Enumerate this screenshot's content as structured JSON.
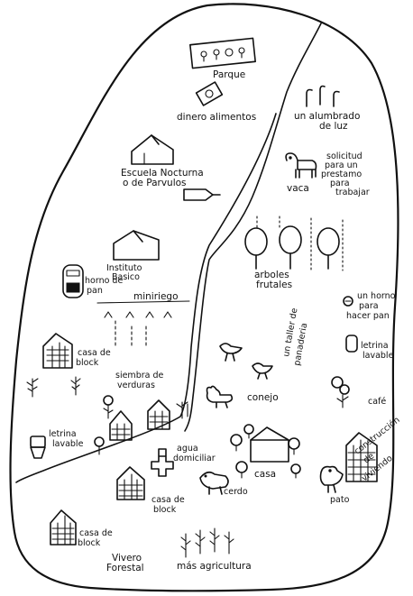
{
  "labels": {
    "parque": "Parque",
    "dinero_alimentos": "dinero alimentos",
    "alumbrado_1": "un alumbrado",
    "alumbrado_2": "de luz",
    "escuela_1": "Escuela Nocturna",
    "escuela_2": "o de Parvulos",
    "solicitud_1": "solicitud",
    "solicitud_2": "para un",
    "solicitud_3": "prestamo",
    "solicitud_4": "para",
    "solicitud_5": "trabajar",
    "vaca": "vaca",
    "instituto_1": "Instituto",
    "instituto_2": "Basico",
    "arboles_1": "arboles",
    "arboles_2": "frutales",
    "horno_pan_1": "horno de",
    "horno_pan_2": "pan",
    "miniriego": "miniriego",
    "horno_hacer_1": "un horno",
    "horno_hacer_2": "para",
    "horno_hacer_3": "hacer pan",
    "taller_1": "un taller de",
    "taller_2": "panaderia",
    "casa_block_1a": "casa de",
    "casa_block_1b": "block",
    "letrina_r_1": "letrina",
    "letrina_r_2": "lavable",
    "siembra_1": "siembra de",
    "siembra_2": "verduras",
    "conejo": "conejo",
    "cafe": "café",
    "letrina_l_1": "letrina",
    "letrina_l_2": "lavable",
    "agua_1": "agua",
    "agua_2": "domiciliar",
    "casa": "casa",
    "cerdo": "cerdo",
    "pato": "pato",
    "construccion_1": "construcción",
    "construccion_2": "de",
    "construccion_3": "viviendo",
    "casa_block_2a": "casa de",
    "casa_block_2b": "block",
    "casa_block_3a": "casa de",
    "casa_block_3b": "block",
    "vivero_1": "Vivero",
    "vivero_2": "Forestal",
    "mas_agricultura": "más agricultura"
  }
}
